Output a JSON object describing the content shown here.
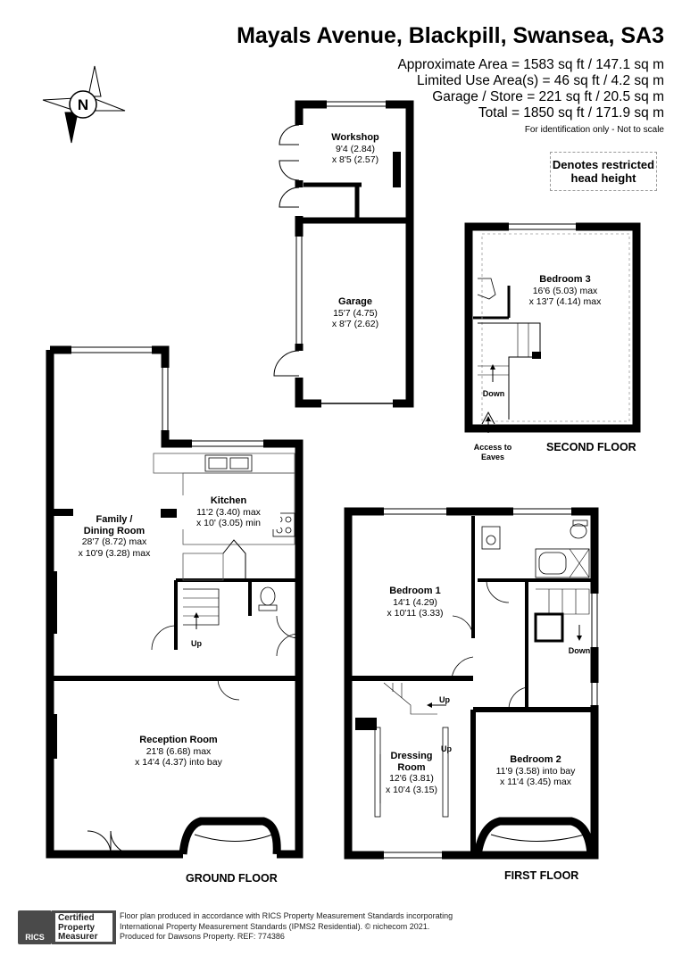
{
  "header": {
    "title": "Mayals Avenue, Blackpill, Swansea, SA3",
    "areas": [
      "Approximate Area = 1583 sq ft / 147.1 sq m",
      "Limited Use Area(s) = 46 sq ft / 4.2 sq m",
      "Garage / Store = 221 sq ft / 20.5 sq m",
      "Total = 1850 sq ft / 171.9 sq m"
    ],
    "identification": "For identification only - Not to scale",
    "legend": "Denotes restricted head height"
  },
  "compass": {
    "letter": "N"
  },
  "rooms": {
    "workshop": {
      "name": "Workshop",
      "dim1": "9'4 (2.84)",
      "dim2": "x 8'5 (2.57)"
    },
    "garage": {
      "name": "Garage",
      "dim1": "15'7 (4.75)",
      "dim2": "x 8'7 (2.62)"
    },
    "bedroom3": {
      "name": "Bedroom 3",
      "dim1": "16'6 (5.03) max",
      "dim2": "x 13'7 (4.14) max"
    },
    "kitchen": {
      "name": "Kitchen",
      "dim1": "11'2 (3.40) max",
      "dim2": "x 10' (3.05) min"
    },
    "family": {
      "name1": "Family /",
      "name2": "Dining Room",
      "dim1": "28'7 (8.72) max",
      "dim2": "x 10'9 (3.28) max"
    },
    "reception": {
      "name": "Reception Room",
      "dim1": "21'8 (6.68) max",
      "dim2": "x 14'4 (4.37) into bay"
    },
    "bedroom1": {
      "name": "Bedroom 1",
      "dim1": "14'1 (4.29)",
      "dim2": "x 10'11 (3.33)"
    },
    "dressing": {
      "name1": "Dressing",
      "name2": "Room",
      "dim1": "12'6 (3.81)",
      "dim2": "x 10'4 (3.15)"
    },
    "bedroom2": {
      "name": "Bedroom 2",
      "dim1": "11'9 (3.58) into bay",
      "dim2": "x 11'4 (3.45) max"
    }
  },
  "labels": {
    "down": "Down",
    "up": "Up",
    "access1": "Access to",
    "access2": "Eaves"
  },
  "floors": {
    "ground": "GROUND FLOOR",
    "first": "FIRST FLOOR",
    "second": "SECOND FLOOR"
  },
  "footer": {
    "rics": "RICS",
    "badge": [
      "Certified",
      "Property",
      "Measurer"
    ],
    "lines": [
      "Floor plan produced in accordance with RICS Property Measurement Standards incorporating",
      "International Property Measurement Standards (IPMS2 Residential).  © nichecom 2021.",
      "Produced for Dawsons Property.   REF:  774386"
    ]
  }
}
